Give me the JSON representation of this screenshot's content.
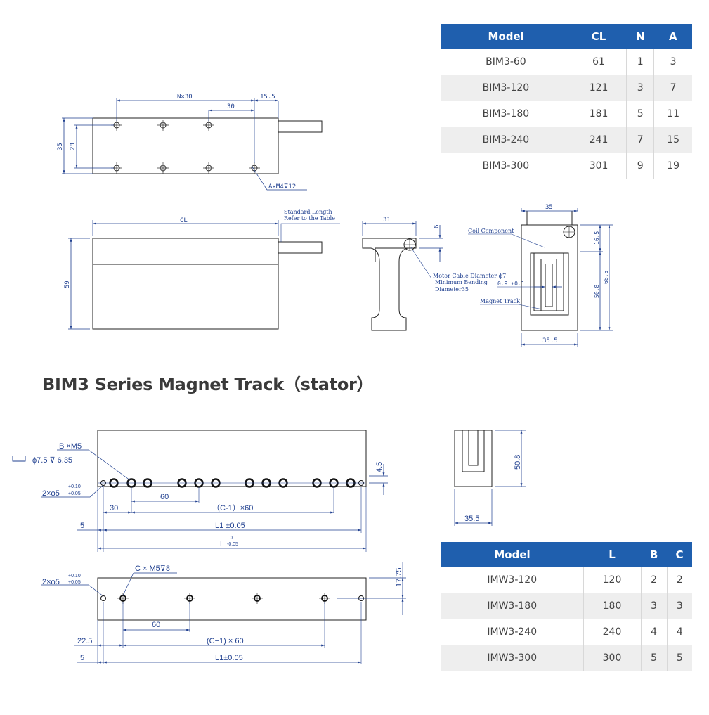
{
  "section_title": "BIM3 Series Magnet Track（stator）",
  "coil_table": {
    "headers": [
      "Model",
      "CL",
      "N",
      "A"
    ],
    "rows": [
      [
        "BIM3-60",
        "61",
        "1",
        "3"
      ],
      [
        "BIM3-120",
        "121",
        "3",
        "7"
      ],
      [
        "BIM3-180",
        "181",
        "5",
        "11"
      ],
      [
        "BIM3-240",
        "241",
        "7",
        "15"
      ],
      [
        "BIM3-300",
        "301",
        "9",
        "19"
      ]
    ]
  },
  "track_table": {
    "headers": [
      "Model",
      "L",
      "B",
      "C"
    ],
    "rows": [
      [
        "IMW3-120",
        "120",
        "2",
        "2"
      ],
      [
        "IMW3-180",
        "180",
        "3",
        "3"
      ],
      [
        "IMW3-240",
        "240",
        "4",
        "4"
      ],
      [
        "IMW3-300",
        "300",
        "5",
        "5"
      ]
    ]
  },
  "coil_top_view": {
    "dim_n30": "N×30",
    "dim_15_5": "15.5",
    "dim_30": "30",
    "dim_35": "35",
    "dim_28": "28",
    "hole_note": "A×M4",
    "hole_depth": "12"
  },
  "coil_side_view": {
    "dim_cl": "CL",
    "dim_59": "59",
    "note_standard_length": "Standard Length",
    "note_refer_table": "Refer to the Table"
  },
  "coil_end_view": {
    "dim_31": "31",
    "dim_6": "6",
    "note_cable_1": "Motor Cable Diameter",
    "note_cable_phi": "7",
    "note_cable_2": "Minimum Bending",
    "note_cable_3": "Diameter35"
  },
  "assembly_view": {
    "dim_35": "35",
    "dim_16_5": "16.5",
    "dim_68_5": "68.5",
    "dim_50_8": "50.8",
    "dim_0_9": "0.9 ±0.1",
    "dim_35_5": "35.5",
    "note_coil": "Coil Component",
    "note_track": "Magnet Track"
  },
  "track_top_view": {
    "note_b_m5": "B ×M5",
    "note_cbore_phi": "7.5",
    "note_cbore_depth": "6.35",
    "note_pin_prefix": "2×",
    "note_pin_dia": "5",
    "tol_upper": "+0.10",
    "tol_lower": "+0.05",
    "dim_4_5": "4.5",
    "dim_60": "60",
    "dim_30": "30",
    "dim_c1x60": "（C-1）×60",
    "dim_5": "5",
    "dim_l1": "L1 ±0.05",
    "dim_l_main": "L",
    "dim_l_tol_up": "0",
    "dim_l_tol_low": "-0.05"
  },
  "track_side_view": {
    "note_pin_prefix": "2×",
    "note_pin_dia": "5",
    "tol_upper": "+0.10",
    "tol_lower": "+0.05",
    "note_c_m5": "C × M5",
    "note_c_depth": "8",
    "dim_17_75": "17.75",
    "dim_60": "60",
    "dim_22_5": "22.5",
    "dim_c1x60": "(C−1) × 60",
    "dim_5": "5",
    "dim_l1": "L1±0.05"
  },
  "track_end_view": {
    "dim_50_8": "50.8",
    "dim_35_5": "35.5"
  },
  "colors": {
    "header_blue": "#1f5fae",
    "row_alt": "#eeeeee",
    "dimension_blue": "#1f3f8f",
    "outline": "#222222"
  }
}
